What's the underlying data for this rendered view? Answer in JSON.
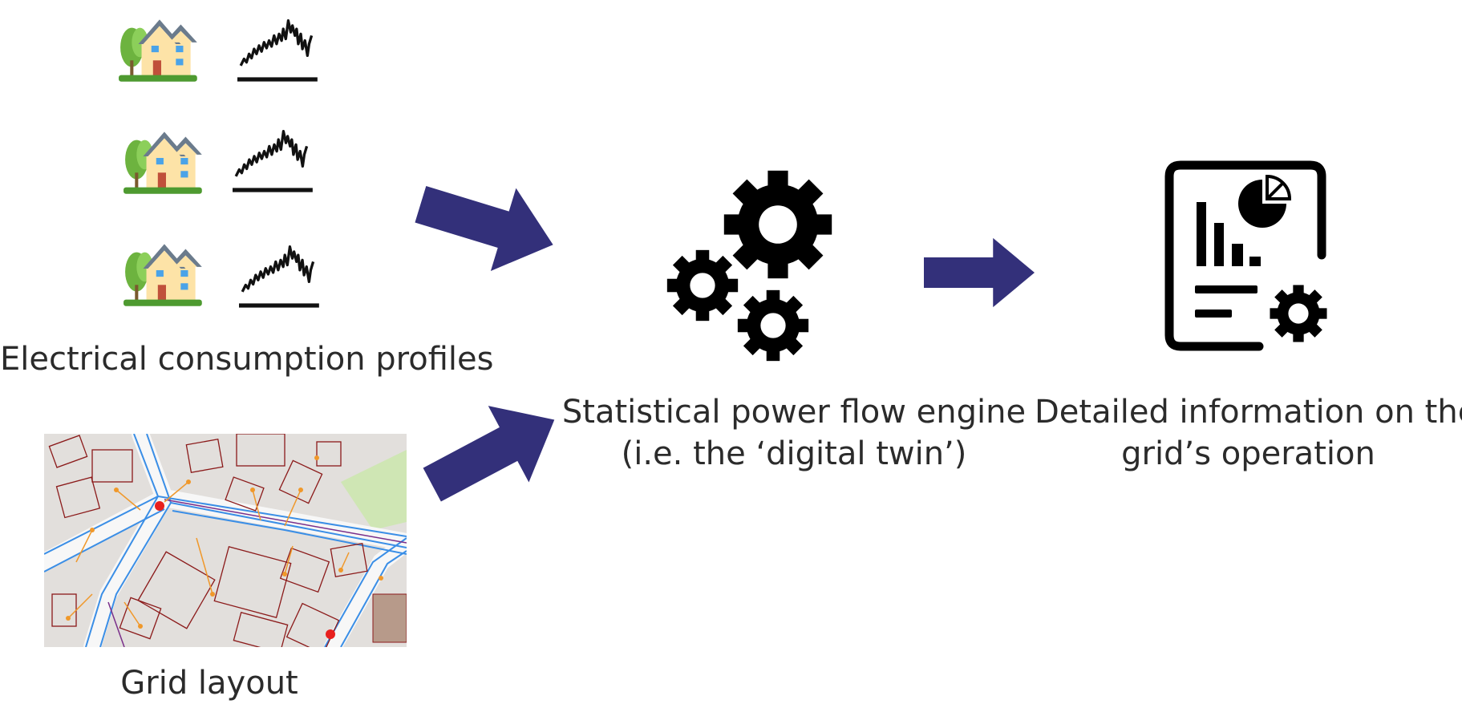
{
  "labels": {
    "consumption": "Electrical consumption profiles",
    "grid": "Grid layout",
    "engine_line1": "Statistical power flow engine",
    "engine_line2": "(i.e. the ‘digital twin’)",
    "output_line1": "Detailed information on the",
    "output_line2": "grid’s operation"
  },
  "houses": [
    {
      "id": "house-1"
    },
    {
      "id": "house-2"
    },
    {
      "id": "house-3"
    }
  ],
  "icons": {
    "house": "house-icon",
    "profile": "load-profile-chart-icon",
    "gears": "gears-icon",
    "report": "report-document-icon",
    "arrow": "arrow-icon",
    "map": "grid-map-image"
  },
  "colors": {
    "arrow": "#33307a",
    "text": "#2b2b2b",
    "map_building": "#8b1a1a",
    "map_cable_blue": "#3a8ee6",
    "map_cable_orange": "#f0982a",
    "map_node_red": "#e8201e",
    "map_green": "#cfe6b4"
  }
}
